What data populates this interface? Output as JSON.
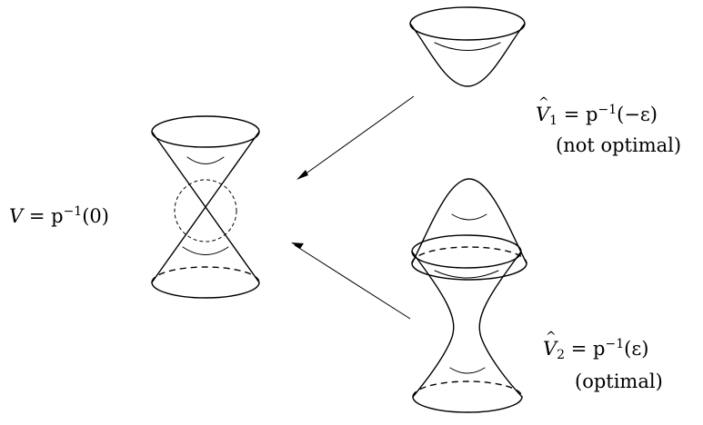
{
  "labels": {
    "v": {
      "lhs": "V",
      "rhs": "= p",
      "exp": "−1",
      "arg": "(0)"
    },
    "v1": {
      "lhs": "V",
      "sub": "1",
      "rhs": "= p",
      "exp": "−1",
      "arg": "(−ε)",
      "note": "(not optimal)"
    },
    "v2": {
      "lhs": "V",
      "sub": "2",
      "rhs": "= p",
      "exp": "−1",
      "arg": "(ε)",
      "note": "(optimal)"
    }
  }
}
